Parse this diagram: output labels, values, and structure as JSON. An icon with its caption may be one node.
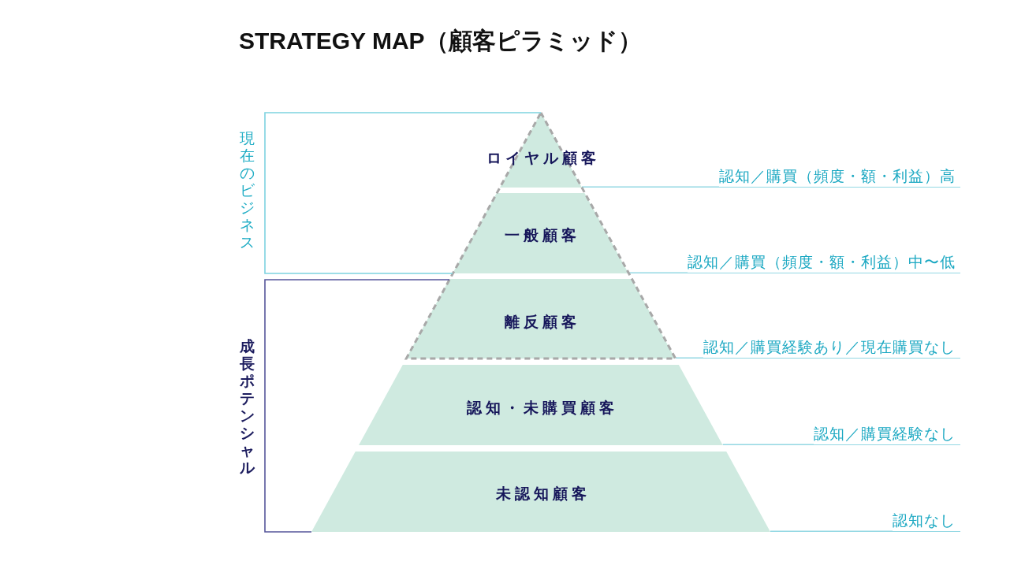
{
  "diagram": {
    "title": "STRATEGY MAP（顧客ピラミッド）",
    "nodes": [
      {
        "text": [
          "ロイヤル顧客"
        ]
      },
      {
        "text": [
          "一般顧客"
        ]
      },
      {
        "text": [
          "離反顧客"
        ]
      },
      {
        "text": [
          "認知・未購買顧客"
        ]
      },
      {
        "text": [
          "未認知顧客"
        ]
      },
      {
        "text": [
          "認知／購買（頻度・額・利益）高"
        ]
      },
      {
        "text": [
          "認知／購買（頻度・額・利益）中〜低"
        ]
      },
      {
        "text": [
          "認知／購買経験あり／現在購買なし"
        ]
      },
      {
        "text": [
          "認知／購買経験なし"
        ]
      },
      {
        "text": [
          "認知なし"
        ]
      }
    ],
    "edges": [
      {
        "from": 0,
        "to": 5,
        "arrow": "none"
      },
      {
        "from": 1,
        "to": 6,
        "arrow": "none"
      },
      {
        "from": 2,
        "to": 7,
        "arrow": "none"
      },
      {
        "from": 3,
        "to": 8,
        "arrow": "none"
      },
      {
        "from": 4,
        "to": 9,
        "arrow": "none"
      }
    ],
    "labels": [
      "現在のビジネス",
      "成長ポテンシャル"
    ]
  }
}
